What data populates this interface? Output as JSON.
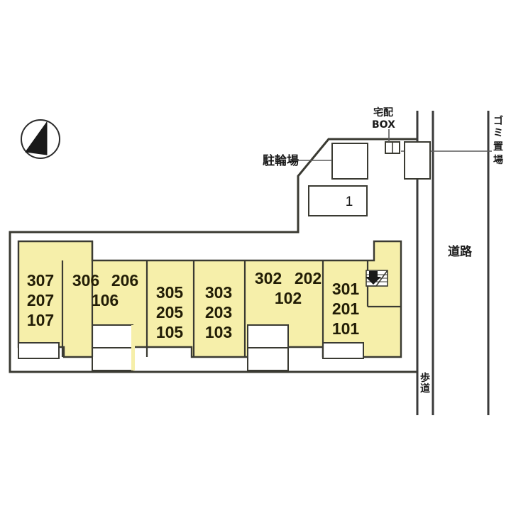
{
  "plan": {
    "title": "apartment-site-plan",
    "colors": {
      "building_fill": "#f6efaa",
      "outline": "#3a3a32",
      "road_line": "#3a3a3a",
      "text": "#1a1a1a",
      "unit_text": "#221d06",
      "background": "#ffffff"
    },
    "compass": {
      "name": "north-arrow",
      "direction": "north"
    },
    "units": [
      {
        "id": "unit-block-307",
        "lines": [
          "307",
          "207",
          "107"
        ]
      },
      {
        "id": "unit-block-306",
        "lines": [
          "306  206",
          "106"
        ]
      },
      {
        "id": "unit-block-305",
        "lines": [
          "305",
          "205",
          "105"
        ]
      },
      {
        "id": "unit-block-303",
        "lines": [
          "303",
          "203",
          "103"
        ]
      },
      {
        "id": "unit-block-302",
        "lines": [
          "302  202",
          "102"
        ]
      },
      {
        "id": "unit-block-301",
        "lines": [
          "301",
          "201",
          "101"
        ]
      }
    ],
    "unit_text": {
      "u307_1": "307",
      "u307_2": "207",
      "u307_3": "107",
      "u306_1": "306",
      "u306_2": "206",
      "u306_3": "106",
      "u305_1": "305",
      "u305_2": "205",
      "u305_3": "105",
      "u303_1": "303",
      "u303_2": "203",
      "u303_3": "103",
      "u302_1": "302",
      "u302_2": "202",
      "u302_3": "102",
      "u301_1": "301",
      "u301_2": "201",
      "u301_3": "101"
    },
    "facilities": {
      "bicycle_parking_label": "駐輪場",
      "delivery_box_label_line1": "宅配",
      "delivery_box_label_line2": "BOX",
      "garbage_area_label": "ゴミ置場",
      "garbage_area_chars": [
        "ゴ",
        "ミ",
        "置",
        "場"
      ],
      "road_label": "道路",
      "sidewalk_label": "歩道",
      "sidewalk_chars": [
        "歩",
        "道"
      ],
      "parking_space_number": "1",
      "stairs_icon": "stairs-down"
    }
  }
}
